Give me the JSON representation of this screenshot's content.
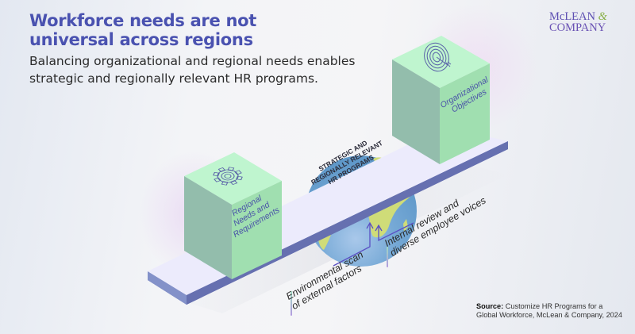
{
  "header": {
    "title_line1": "Workforce needs are not",
    "title_line2": "universal across regions",
    "subtitle_line1": "Balancing organizational and regional needs enables",
    "subtitle_line2": "strategic and regionally relevant HR programs."
  },
  "logo": {
    "line1": "McLEAN",
    "ampersand": "&",
    "line2": "COMPANY"
  },
  "diagram": {
    "plank_label_line1": "STRATEGIC AND",
    "plank_label_line2": "REGIONALLY RELEVANT",
    "plank_label_line3": "HR PROGRAMS",
    "left_cube": {
      "icon": "gear-icon",
      "label_line1": "Regional",
      "label_line2": "Needs and",
      "label_line3": "Requirements"
    },
    "right_cube": {
      "icon": "target-icon",
      "label_line1": "Organizational",
      "label_line2": "Objectives"
    },
    "fulcrum": "globe-icon",
    "annotations": [
      {
        "line1": "Environmental scan",
        "line2": "of external factors"
      },
      {
        "line1": "Internal review and",
        "line2": "diverse employee voices"
      }
    ]
  },
  "source": {
    "label": "Source:",
    "text_line1": " Customize HR Programs for a",
    "text_line2": "Global Workforce, McLean & Company, 2024"
  },
  "colors": {
    "title": "#4a52b0",
    "cube_top": "#bff5cf",
    "cube_front": "#a0dfb0",
    "cube_side": "#93bdac",
    "plank_top": "#eceafd",
    "plank_edge": "#6670b0",
    "globe_ocean": "#6ea4d2",
    "globe_land": "#cfdc78",
    "arrow": "#5a4fc4"
  }
}
